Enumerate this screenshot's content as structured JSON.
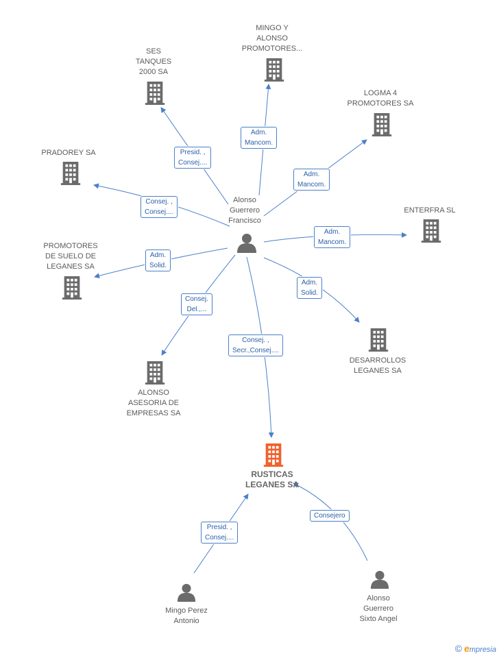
{
  "colors": {
    "edge": "#4a7fc9",
    "node_company": "#6b6b6b",
    "node_focus": "#f0612d",
    "node_person": "#6b6b6b"
  },
  "nodes": {
    "alonso_francisco": {
      "label": "Alonso\nGuerrero\nFrancisco",
      "icon": "person-icon"
    },
    "mingo_alonso": {
      "label": "MINGO Y\nALONSO\nPROMOTORES...",
      "icon": "building-icon"
    },
    "ses_tanques": {
      "label": "SES\nTANQUES\n2000 SA",
      "icon": "building-icon"
    },
    "logma": {
      "label": "LOGMA 4\nPROMOTORES SA",
      "icon": "building-icon"
    },
    "pradorey": {
      "label": "PRADOREY SA",
      "icon": "building-icon"
    },
    "enterfra": {
      "label": "ENTERFRA SL",
      "icon": "building-icon"
    },
    "promotores_suelo": {
      "label": "PROMOTORES\nDE SUELO DE\nLEGANES SA",
      "icon": "building-icon"
    },
    "desarrollos": {
      "label": "DESARROLLOS\nLEGANES SA",
      "icon": "building-icon"
    },
    "alonso_asesoria": {
      "label": "ALONSO\nASESORIA DE\nEMPRESAS SA",
      "icon": "building-icon"
    },
    "rusticas": {
      "label": "RUSTICAS\nLEGANES SA",
      "icon": "building-icon"
    },
    "mingo_perez": {
      "label": "Mingo Perez\nAntonio",
      "icon": "person-icon"
    },
    "alonso_sixto": {
      "label": "Alonso\nGuerrero\nSixto Angel",
      "icon": "person-icon"
    }
  },
  "edges": {
    "to_mingo_alonso": "Adm.\nMancom.",
    "to_ses": "Presid. ,\nConsej....",
    "to_logma": "Adm.\nMancom.",
    "to_pradorey": "Consej. ,\nConsej....",
    "to_enterfra": "Adm.\nMancom.",
    "to_promotores": "Adm.\nSolid.",
    "to_desarrollos": "Adm.\nSolid.",
    "to_asesoria": "Consej.\nDel.,...",
    "to_rusticas": "Consej. ,\nSecr.,Consej....",
    "mingo_to_rusticas": "Presid. ,\nConsej....",
    "sixto_to_rusticas": "Consejero"
  },
  "brand": {
    "copyright": "©",
    "initial": "e",
    "rest": "mpresia"
  }
}
